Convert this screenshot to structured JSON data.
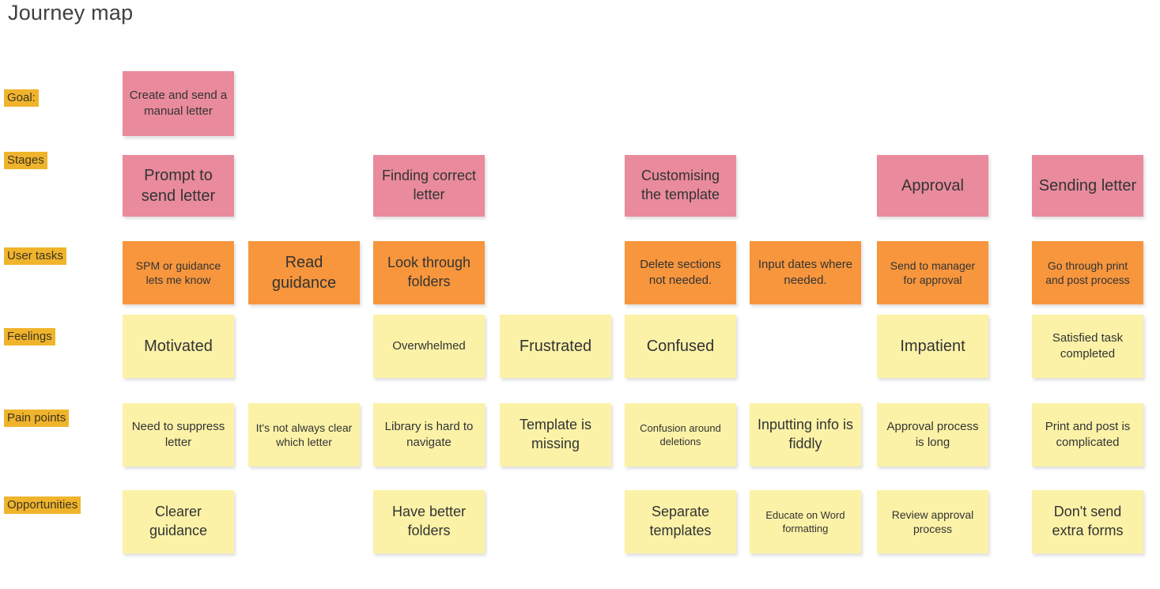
{
  "title": "Journey map",
  "colors": {
    "pink": "#e98b9c",
    "orange": "#f7963d",
    "yellow": "#fbf2a7",
    "label_highlight": "#f0b42c",
    "note_text": "#333333",
    "label_text": "#3d3522",
    "title_text": "#404040"
  },
  "rows": [
    {
      "id": "goal",
      "label": "Goal:",
      "notes": [
        {
          "col": 1,
          "text": "Create and send a manual letter",
          "color": "pink",
          "size": "md"
        }
      ]
    },
    {
      "id": "stages",
      "label": "Stages",
      "notes": [
        {
          "col": 1,
          "text": "Prompt to send letter",
          "color": "pink",
          "size": "xl"
        },
        {
          "col": 3,
          "text": "Finding correct letter",
          "color": "pink",
          "size": "lg"
        },
        {
          "col": 5,
          "text": "Customising the template",
          "color": "pink",
          "size": "lg"
        },
        {
          "col": 7,
          "text": "Approval",
          "color": "pink",
          "size": "xl"
        },
        {
          "col": 8,
          "text": "Sending letter",
          "color": "pink",
          "size": "xl"
        }
      ]
    },
    {
      "id": "user-tasks",
      "label": "User tasks",
      "notes": [
        {
          "col": 1,
          "text": "SPM or guidance lets me know",
          "color": "orange",
          "size": "sm"
        },
        {
          "col": 2,
          "text": "Read guidance",
          "color": "orange",
          "size": "xl"
        },
        {
          "col": 3,
          "text": "Look through folders",
          "color": "orange",
          "size": "lg"
        },
        {
          "col": 5,
          "text": "Delete sections not needed.",
          "color": "orange",
          "size": "md"
        },
        {
          "col": 6,
          "text": "Input dates where needed.",
          "color": "orange",
          "size": "md"
        },
        {
          "col": 7,
          "text": "Send to manager for approval",
          "color": "orange",
          "size": "sm"
        },
        {
          "col": 8,
          "text": "Go through print and post process",
          "color": "orange",
          "size": "sm"
        }
      ]
    },
    {
      "id": "feelings",
      "label": "Feelings",
      "notes": [
        {
          "col": 1,
          "text": "Motivated",
          "color": "yellow",
          "size": "xl"
        },
        {
          "col": 3,
          "text": "Overwhelmed",
          "color": "yellow",
          "size": "md"
        },
        {
          "col": 4,
          "text": "Frustrated",
          "color": "yellow",
          "size": "xl"
        },
        {
          "col": 5,
          "text": "Confused",
          "color": "yellow",
          "size": "xl"
        },
        {
          "col": 7,
          "text": "Impatient",
          "color": "yellow",
          "size": "xl"
        },
        {
          "col": 8,
          "text": "Satisfied task completed",
          "color": "yellow",
          "size": "md"
        }
      ]
    },
    {
      "id": "pain-points",
      "label": "Pain points",
      "notes": [
        {
          "col": 1,
          "text": "Need to suppress letter",
          "color": "yellow",
          "size": "md"
        },
        {
          "col": 2,
          "text": "It's not always clear which letter",
          "color": "yellow",
          "size": "sm"
        },
        {
          "col": 3,
          "text": "Library is hard to navigate",
          "color": "yellow",
          "size": "md"
        },
        {
          "col": 4,
          "text": "Template is missing",
          "color": "yellow",
          "size": "lg"
        },
        {
          "col": 5,
          "text": "Confusion around deletions",
          "color": "yellow",
          "size": "xs"
        },
        {
          "col": 6,
          "text": "Inputting info is fiddly",
          "color": "yellow",
          "size": "lg"
        },
        {
          "col": 7,
          "text": "Approval process is long",
          "color": "yellow",
          "size": "md"
        },
        {
          "col": 8,
          "text": "Print and post is complicated",
          "color": "yellow",
          "size": "md"
        }
      ]
    },
    {
      "id": "opportunities",
      "label": "Opportunities",
      "notes": [
        {
          "col": 1,
          "text": "Clearer guidance",
          "color": "yellow",
          "size": "lg"
        },
        {
          "col": 3,
          "text": "Have better folders",
          "color": "yellow",
          "size": "lg"
        },
        {
          "col": 5,
          "text": "Separate templates",
          "color": "yellow",
          "size": "lg"
        },
        {
          "col": 6,
          "text": "Educate on Word formatting",
          "color": "yellow",
          "size": "xs"
        },
        {
          "col": 7,
          "text": "Review approval process",
          "color": "yellow",
          "size": "sm"
        },
        {
          "col": 8,
          "text": "Don't send extra forms",
          "color": "yellow",
          "size": "lg"
        }
      ]
    }
  ]
}
